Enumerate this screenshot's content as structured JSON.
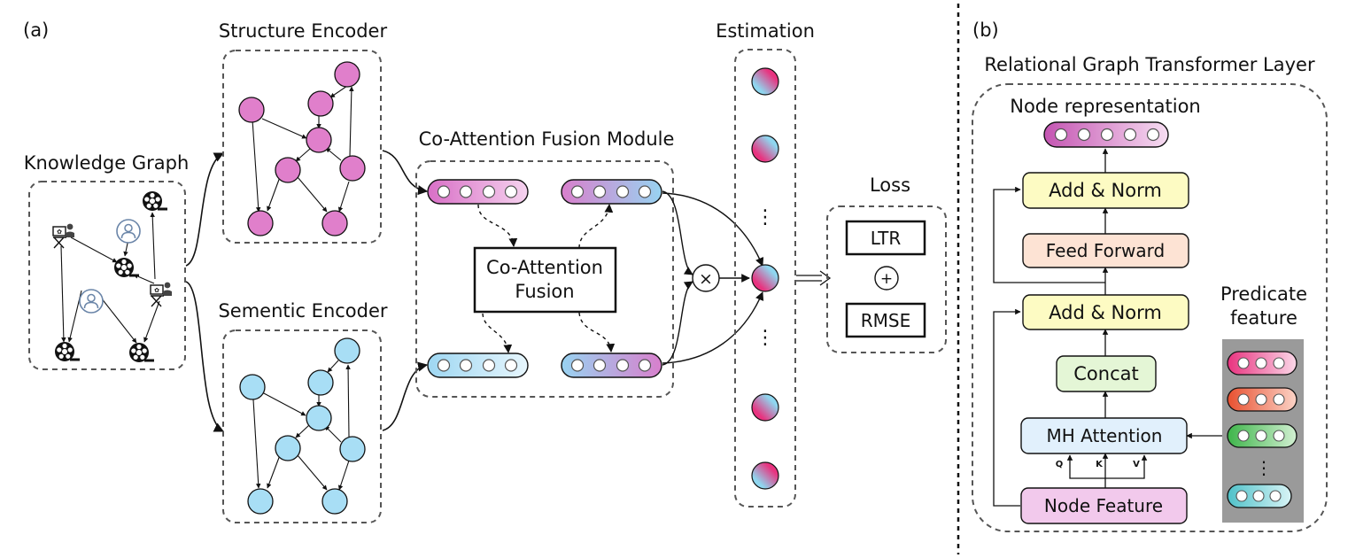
{
  "panel_a": {
    "tag": "(a)",
    "knowledge_graph": "Knowledge Graph",
    "structure_encoder": "Structure Encoder",
    "semantic_encoder": "Sementic Encoder",
    "fusion_module": "Co-Attention Fusion Module",
    "fusion_line1": "Co-Attention",
    "fusion_line2": "Fusion",
    "multiply": "×",
    "estimation": "Estimation",
    "dots": "⋮",
    "loss": "Loss",
    "ltr": "LTR",
    "plus": "+",
    "rmse": "RMSE"
  },
  "panel_b": {
    "tag": "(b)",
    "title": "Relational Graph Transformer Layer",
    "node_rep": "Node representation",
    "add_norm_top": "Add & Norm",
    "feed_forward": "Feed Forward",
    "add_norm_bottom": "Add & Norm",
    "concat": "Concat",
    "mh_attention": "MH Attention",
    "q": "Q",
    "k": "K",
    "v": "V",
    "node_feature": "Node Feature",
    "predicate_line1": "Predicate",
    "predicate_line2": "feature",
    "dots": "⋮"
  },
  "colors": {
    "pink": "#e07fcb",
    "blue": "#a8def5",
    "yellow": "#fdfbc3",
    "peach": "#fde3d4",
    "green": "#e4f6d6",
    "lightblue": "#e1f0fc",
    "lavender": "#f2c9ec",
    "gray_panel": "#9a9a9a"
  }
}
